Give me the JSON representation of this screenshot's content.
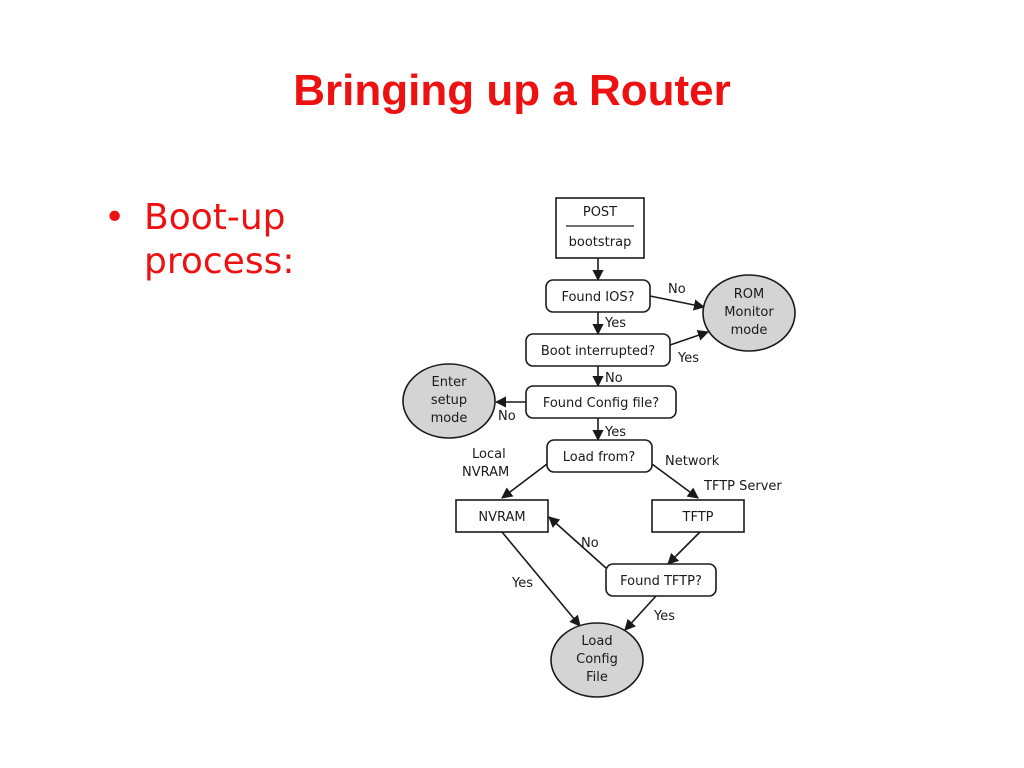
{
  "slide": {
    "title": "Bringing up a Router",
    "bullet": {
      "line1": "Boot-up",
      "line2": "process:"
    }
  },
  "diagram": {
    "post": {
      "top": "POST",
      "bottom": "bootstrap"
    },
    "found_ios": "Found IOS?",
    "rom": {
      "l1": "ROM",
      "l2": "Monitor",
      "l3": "mode"
    },
    "boot_interrupted": "Boot interrupted?",
    "found_config": "Found Config file?",
    "setup": {
      "l1": "Enter",
      "l2": "setup",
      "l3": "mode"
    },
    "load_from": "Load from?",
    "local": {
      "l1": "Local",
      "l2": "NVRAM"
    },
    "network": "Network",
    "tftp_server": "TFTP Server",
    "nvram": "NVRAM",
    "tftp": "TFTP",
    "found_tftp": "Found TFTP?",
    "load_config": {
      "l1": "Load",
      "l2": "Config",
      "l3": "File"
    },
    "labels": {
      "no_ios": "No",
      "yes_ios": "Yes",
      "yes_interrupt": "Yes",
      "no_interrupt": "No",
      "no_config": "No",
      "yes_config": "Yes",
      "no_tftp": "No",
      "yes_nvram": "Yes",
      "yes_tftp": "Yes"
    }
  },
  "colors": {
    "title": "#ee1111",
    "terminal_fill": "#d4d4d4",
    "stroke": "#1a1a1a"
  }
}
